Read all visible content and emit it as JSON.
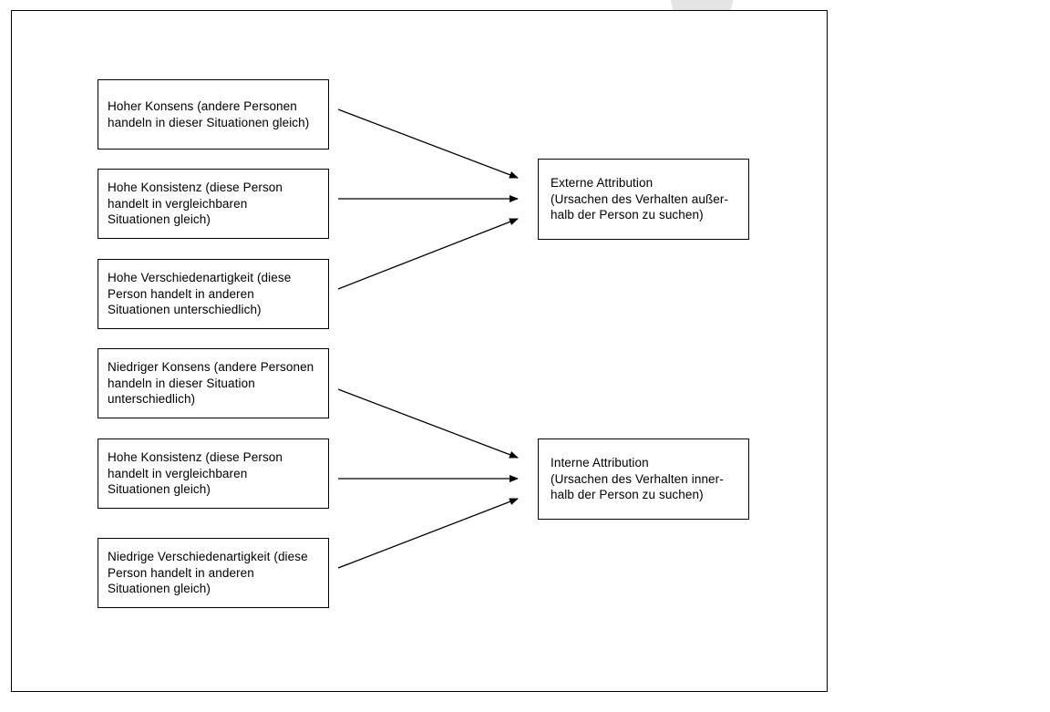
{
  "diagram": {
    "causes_external": [
      {
        "text": "Hohe​r Konsens (andere Personen\nhandeln in dieser Situationen gleich)"
      },
      {
        "text": "Hohe Konsistenz (diese Person\nhandelt in vergleichbaren\nSituationen gleich)"
      },
      {
        "text": "Hohe Verschiedenartigkeit (diese\nPerson handelt in anderen\nSituationen unterschiedlich)"
      }
    ],
    "causes_internal": [
      {
        "text": "Niedriger Konsens (andere Personen\nhandeln in dieser Situation\nunterschiedlich)"
      },
      {
        "text": "Hohe Konsistenz (diese Person\nhandelt in vergleichbaren\nSituationen gleich)"
      },
      {
        "text": "Niedrige Verschiedenartigkeit (diese\nPerson handelt in anderen\nSituationen gleich)"
      }
    ],
    "result_external": {
      "text": "Externe Attribution\n(Ursachen des Verhalten außer-\nhalb der Person zu suchen)"
    },
    "result_internal": {
      "text": "Interne Attribution\n(Ursachen des Verhalten inner-\nhalb der Person zu suchen)"
    }
  }
}
